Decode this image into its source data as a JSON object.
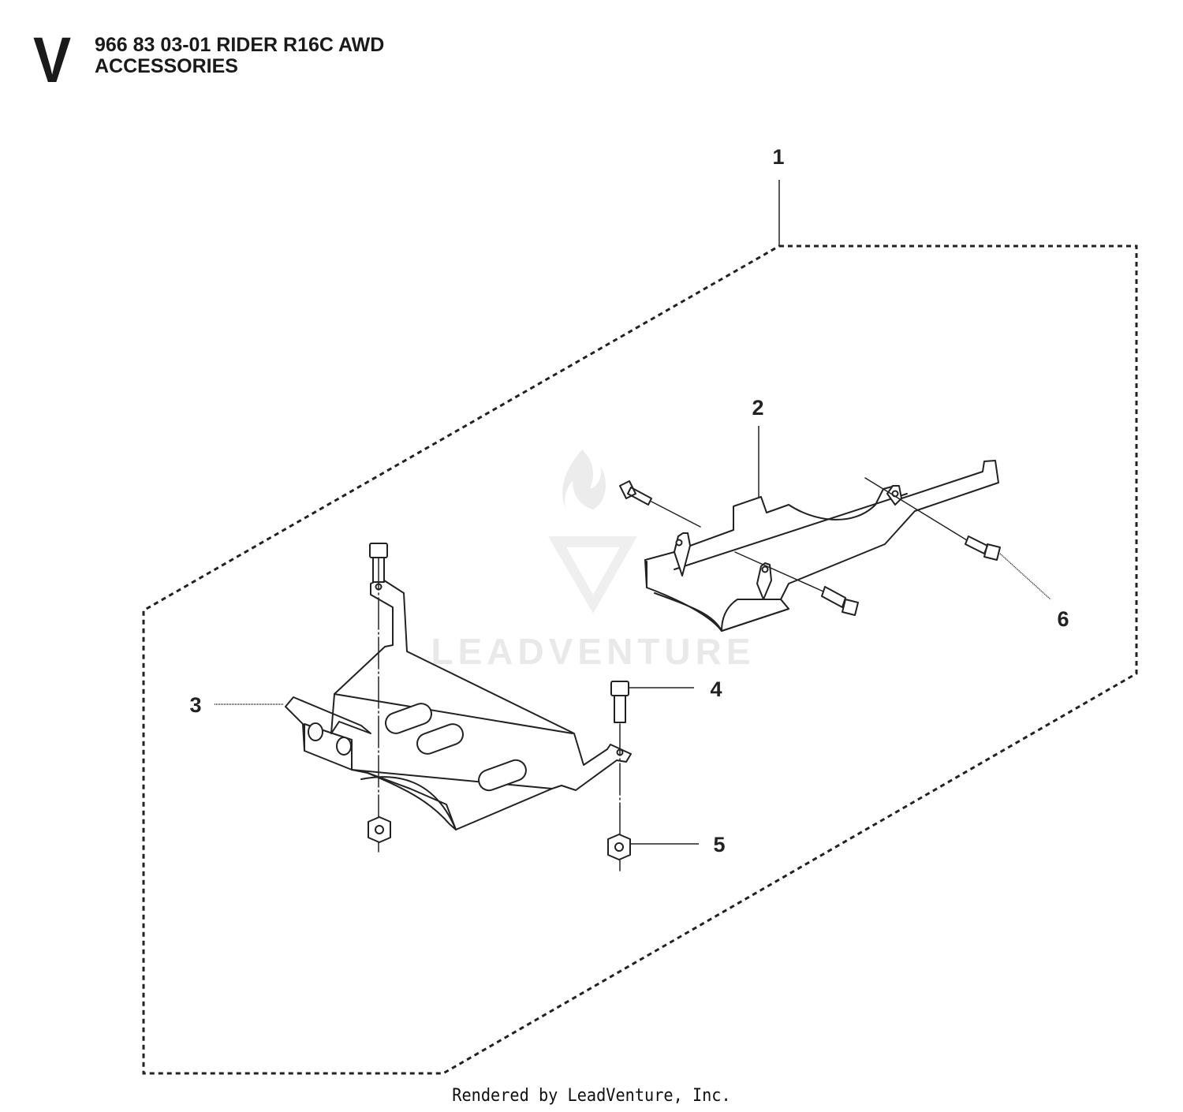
{
  "header": {
    "section_letter": "V",
    "title_line1": "966 83 03-01 RIDER R16C AWD",
    "title_line2": "ACCESSORIES"
  },
  "callouts": [
    {
      "id": "1",
      "label": "1"
    },
    {
      "id": "2",
      "label": "2"
    },
    {
      "id": "3",
      "label": "3"
    },
    {
      "id": "4",
      "label": "4"
    },
    {
      "id": "5",
      "label": "5"
    },
    {
      "id": "6",
      "label": "6"
    }
  ],
  "watermark": {
    "text": "LEADVENTURE"
  },
  "footer": {
    "text": "Rendered by LeadVenture, Inc."
  },
  "colors": {
    "line": "#222222",
    "watermark": "#e6e6e6",
    "background": "#ffffff"
  }
}
